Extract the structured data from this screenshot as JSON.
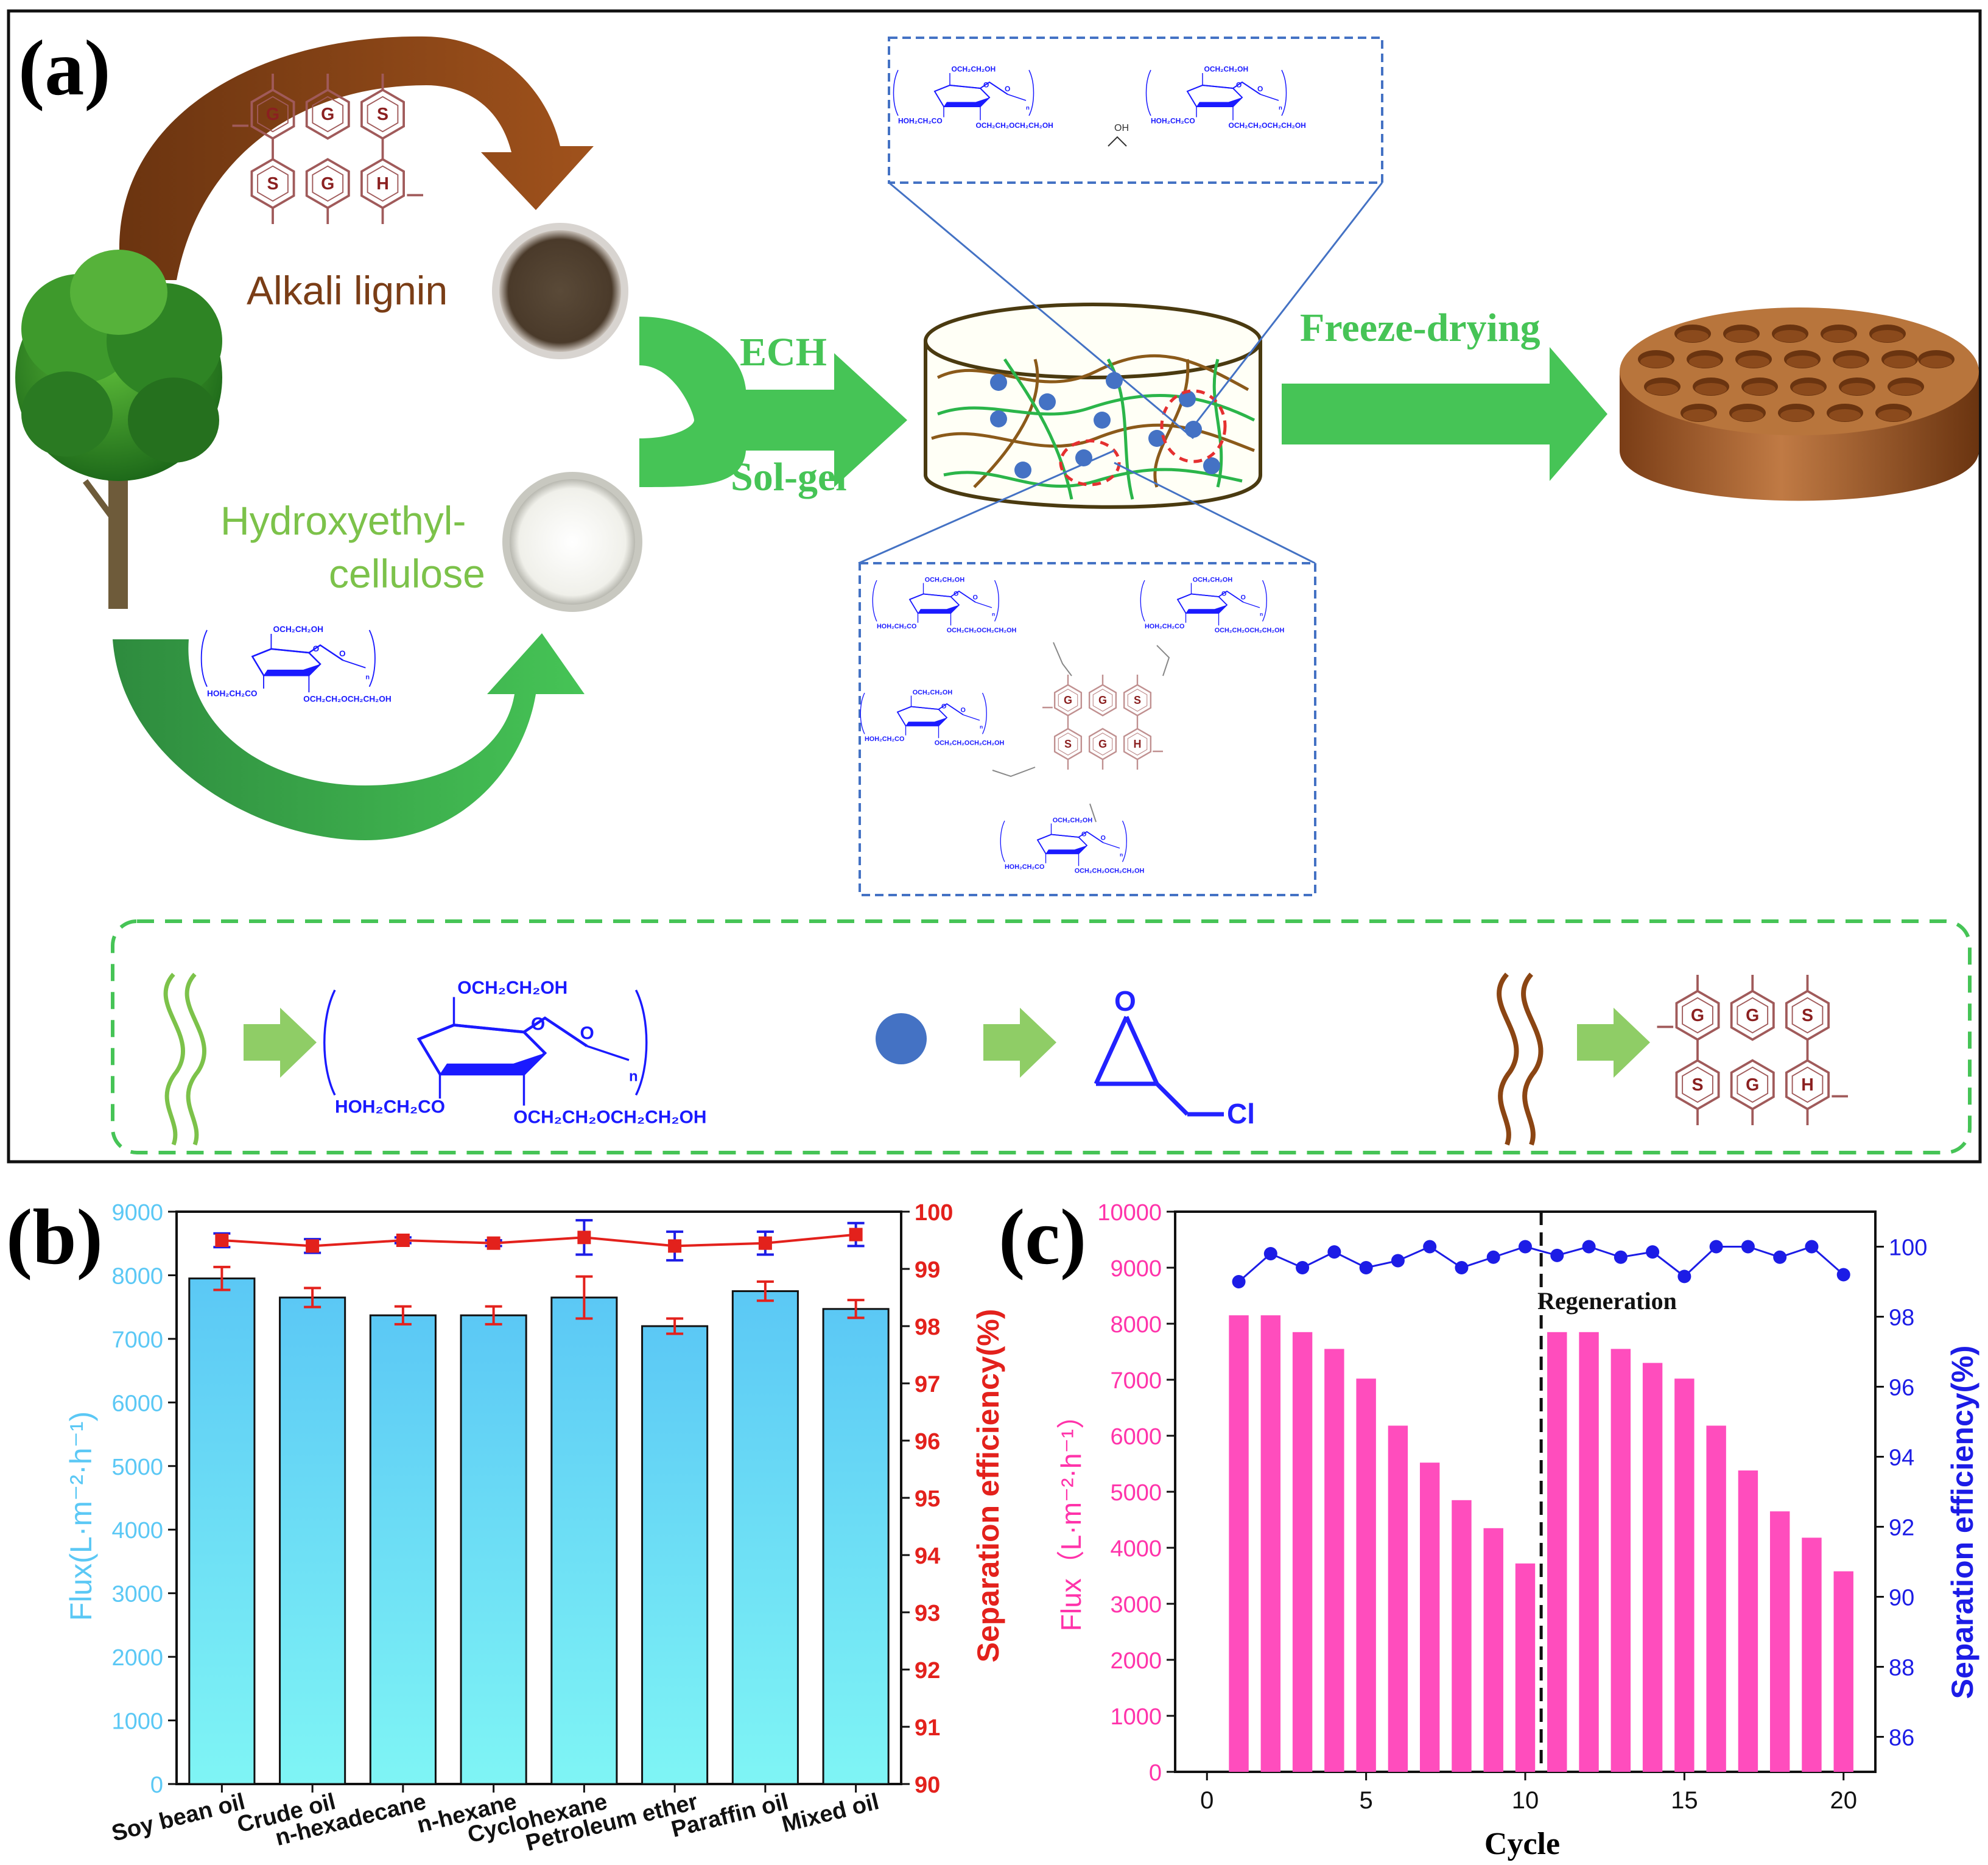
{
  "panel_a": {
    "label": "(a)",
    "alkali_lignin": "Alkali lignin",
    "hec_line1": "Hydroxyethyl-",
    "hec_line2": "cellulose",
    "ech": "ECH",
    "solgel": "Sol-gel",
    "freeze": "Freeze-drying",
    "ring_labels_top": [
      "G",
      "G",
      "S"
    ],
    "ring_labels_bottom": [
      "S",
      "G",
      "H"
    ],
    "hec_formula": {
      "top": "OCH₂CH₂OH",
      "left": "HOH₂CH₂CO",
      "right": "OCH₂CH₂OCH₂CH₂OH",
      "sub": "n"
    },
    "legend_ech_cl": "Cl",
    "legend_ech_o": "O",
    "colors": {
      "lignin": "#8b4513",
      "hec": "#3cb449",
      "crosslink": "#4472c4",
      "ring": "#a05a5a",
      "hec_struct": "#1a1aff"
    }
  },
  "panel_b": {
    "label": "(b)",
    "colors": {
      "bar_top": "#5bc8f5",
      "bar_bottom": "#7ff5f5",
      "efficiency": "#e3211c",
      "left_axis": "#5bc8f5"
    },
    "chart_data": {
      "type": "bar",
      "categories": [
        "Soy bean oil",
        "Crude oil",
        "n-hexadecane",
        "n-hexane",
        "Cyclohexane",
        "Petroleum ether",
        "Paraffin oil",
        "Mixed oil"
      ],
      "series": [
        {
          "name": "Flux",
          "values": [
            7950,
            7650,
            7370,
            7370,
            7650,
            7200,
            7750,
            7470
          ],
          "errors": [
            180,
            150,
            140,
            140,
            330,
            120,
            150,
            140
          ]
        },
        {
          "name": "Separation efficiency",
          "values": [
            99.5,
            99.4,
            99.5,
            99.45,
            99.55,
            99.4,
            99.45,
            99.6
          ],
          "errors": [
            0.12,
            0.12,
            0.05,
            0.05,
            0.3,
            0.25,
            0.2,
            0.2
          ]
        }
      ],
      "ylabel": "Flux(L·m⁻²·h⁻¹)",
      "y2label": "Separation efficiency(%)",
      "ylim": [
        0,
        9000
      ],
      "y2lim": [
        90,
        100
      ],
      "yticks": [
        "0",
        "1000",
        "2000",
        "3000",
        "4000",
        "5000",
        "6000",
        "7000",
        "8000",
        "9000"
      ],
      "y2ticks": [
        "90",
        "91",
        "92",
        "93",
        "94",
        "95",
        "96",
        "97",
        "98",
        "99",
        "100"
      ]
    }
  },
  "panel_c": {
    "label": "(c)",
    "regeneration": "Regeneration",
    "colors": {
      "bar": "#ff4dbd",
      "efficiency": "#1c1ce6",
      "left_axis": "#ff33aa"
    },
    "chart_data": {
      "type": "bar",
      "x": [
        1,
        2,
        3,
        4,
        5,
        6,
        7,
        8,
        9,
        10,
        11,
        12,
        13,
        14,
        15,
        16,
        17,
        18,
        19,
        20
      ],
      "series": [
        {
          "name": "Flux",
          "values": [
            8150,
            8150,
            7850,
            7550,
            7020,
            6180,
            5520,
            4850,
            4350,
            3720,
            7850,
            7850,
            7550,
            7300,
            7020,
            6180,
            5380,
            4650,
            4180,
            3580
          ]
        },
        {
          "name": "Separation efficiency",
          "values": [
            99.0,
            99.8,
            99.4,
            99.85,
            99.4,
            99.6,
            100.0,
            99.4,
            99.7,
            100.0,
            99.75,
            100.0,
            99.7,
            99.85,
            99.15,
            100.0,
            100.0,
            99.7,
            100.0,
            99.2
          ]
        }
      ],
      "xlabel": "Cycle",
      "ylabel": "Flux（L·m⁻²·h⁻¹）",
      "y2label": "Separation efficiency(%)",
      "xlim": [
        -1,
        21
      ],
      "ylim": [
        0,
        10000
      ],
      "y2lim": [
        85,
        101
      ],
      "xticks": [
        "0",
        "5",
        "10",
        "15",
        "20"
      ],
      "yticks": [
        "0",
        "1000",
        "2000",
        "3000",
        "4000",
        "5000",
        "6000",
        "7000",
        "8000",
        "9000",
        "10000"
      ],
      "y2ticks": [
        "86",
        "88",
        "90",
        "92",
        "94",
        "96",
        "98",
        "100"
      ],
      "regeneration_x": 10.5
    }
  }
}
